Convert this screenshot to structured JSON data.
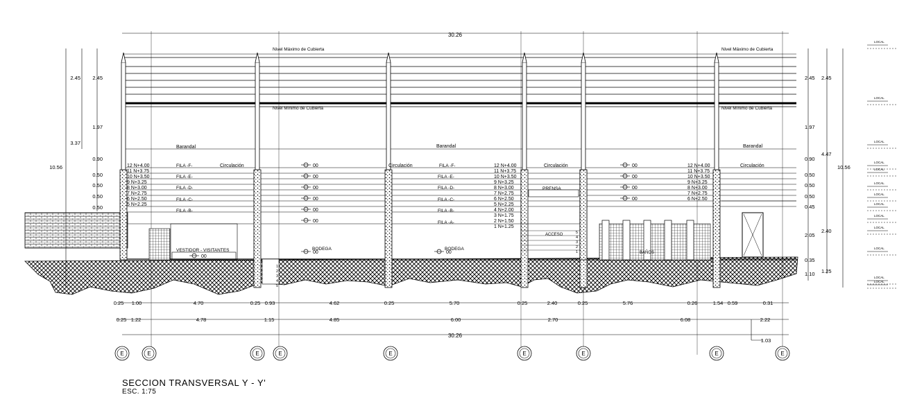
{
  "title": "SECCION TRANSVERSAL Y - Y'",
  "scale": "ESC. 1:75",
  "overall_dim": "30.26",
  "level_labels": {
    "max_cover": "Nivel Máximo de Cubierta",
    "min_cover": "Nivel Mínimo de Cubierta"
  },
  "rooms": {
    "barandal": "Barandal",
    "circulacion": "Circulación",
    "vestidor": "VESTIDOR - VISITANTES",
    "bodega": "BODEGA",
    "prensa": "PRENSA",
    "acceso": "ACCESO",
    "banos": "BAÑOS"
  },
  "rows": {
    "f": "FILA -F-",
    "e": "FILA -E-",
    "d": "FILA -D-",
    "c": "FILA -C-",
    "b": "FILA -B-",
    "a": "FILA -A-"
  },
  "bleacher_left": [
    "12 N+4.00",
    "11 N+3.75",
    "10 N+3.50",
    "9 N+3.25",
    "8 N+3.00",
    "7 N+2.75",
    "6 N+2.50",
    "5 N+2.25"
  ],
  "bleacher_mid": [
    "12 N+4.00",
    "11 N+3.75",
    "10 N+3.50",
    "9 N+3.25",
    "8 N+3.00",
    "7 N+2.75",
    "6 N+2.50",
    "5 N+2.25",
    "4 N+2.00",
    "3 N+1.75",
    "2 N+1.50",
    "1 N+1.25"
  ],
  "bleacher_right": [
    "12 N+4.00",
    "11 N+3.75",
    "10 N+3.50",
    "9 N+3.25",
    "8 N+3.00",
    "7 N+2.75",
    "6 N+2.50"
  ],
  "level_marker": "00",
  "left_dims_outer": [
    "10.56"
  ],
  "left_dims_mid": [
    "2.45",
    "3.37"
  ],
  "left_dims_inner": [
    "2.45",
    "1.97",
    "0.90",
    "0.50",
    "0.50",
    "0.50",
    "0.50"
  ],
  "right_dims_inner": [
    "2.45",
    "1.97",
    "0.90",
    "0.50",
    "0.50",
    "0.50",
    "0.45",
    "2.05",
    "0.35",
    "1.10"
  ],
  "right_dims_mid": [
    "2.45",
    "4.47",
    "2.40",
    "1.25"
  ],
  "right_dims_outer": [
    "10.56"
  ],
  "bottom_dims_1": [
    "0.25",
    "1.00",
    "4.70",
    "0.25",
    "0.93",
    "4.62",
    "0.25",
    "5.70",
    "0.25",
    "2.40",
    "0.25",
    "5.76",
    "0.26",
    "1.54",
    "0.59",
    "0.31"
  ],
  "bottom_dims_2": [
    "0.25",
    "1.22",
    "4.78",
    "1.15",
    "4.85",
    "6.00",
    "2.70",
    "6.08",
    "2.22"
  ],
  "bottom_extra": "1.03",
  "axis_labels": [
    "E",
    "E",
    "E",
    "E",
    "E",
    "E",
    "E",
    "E",
    "E"
  ],
  "legend_tags": [
    "LOCAL",
    "LOCAL",
    "LOCAL",
    "LOCAL",
    "LOCAL",
    "LOCAL",
    "LOCAL",
    "LOCAL",
    "LOCAL",
    "LOCAL",
    "LOCAL",
    "LOCAL",
    "LOCAL"
  ],
  "stair_numbers": [
    "1",
    "2",
    "3",
    "4",
    "5"
  ],
  "ramp_numbers": [
    "5",
    "4",
    "3",
    "2",
    "1"
  ]
}
